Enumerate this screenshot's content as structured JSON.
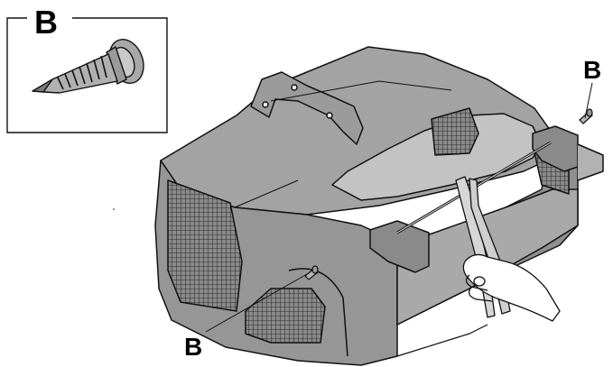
{
  "labels": {
    "inset": "B",
    "right": "B",
    "bottom": "B"
  },
  "colors": {
    "body_fill": "#9b9b9b",
    "top_fill": "#a8a8a8",
    "inner_fill": "#c2c2c2",
    "mesh": "#3a3a3a",
    "outline": "#111111"
  },
  "parts": {
    "screw_icon": "self-tapping-screw-icon",
    "tool_icon": "pliers-icon"
  }
}
